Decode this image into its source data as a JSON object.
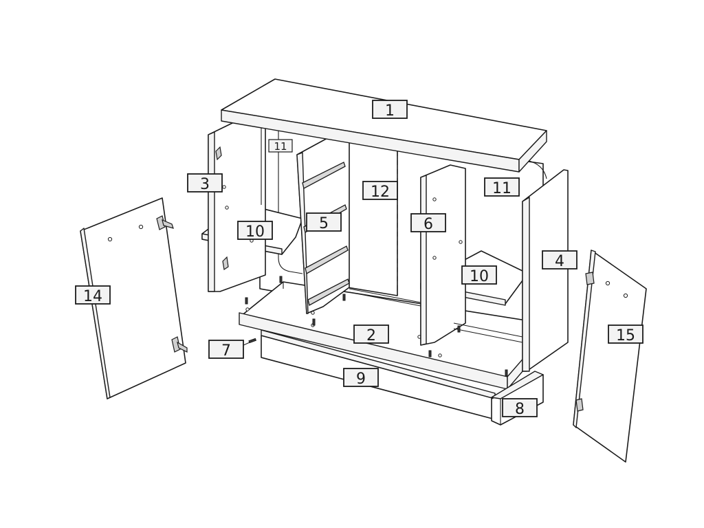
{
  "diagram": {
    "labels": {
      "p1": "1",
      "p2": "2",
      "p3": "3",
      "p4": "4",
      "p5": "5",
      "p6": "6",
      "p7": "7",
      "p8": "8",
      "p9": "9",
      "p10a": "10",
      "p10b": "10",
      "p11a": "11",
      "p11b": "11",
      "p12": "12",
      "p14": "14",
      "p15": "15"
    }
  }
}
